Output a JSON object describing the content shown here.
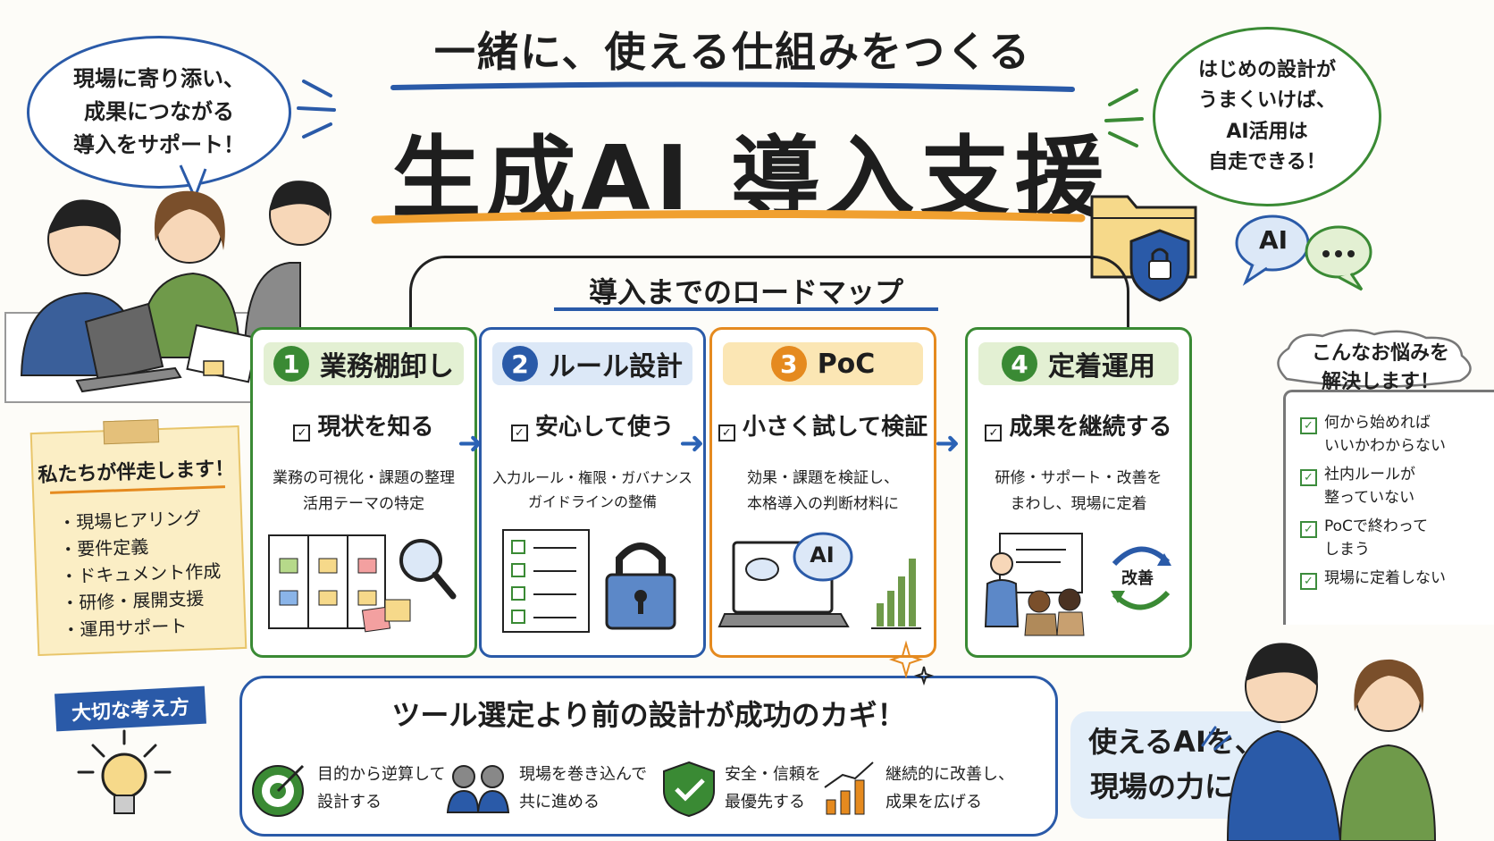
{
  "header": {
    "subtitle": "一緒に、使える仕組みをつくる",
    "title": "生成AI 導入支援"
  },
  "bubble_left": {
    "text": "現場に寄り添い、\n成果につながる\n導入をサポート！"
  },
  "bubble_right": {
    "text": "はじめの設計が\nうまくいけば、\nAI活用は\n自走できる！"
  },
  "chat_icon_text": "AI",
  "roadmap": {
    "title": "導入までのロードマップ",
    "steps": [
      {
        "num": "1",
        "label": "業務棚卸し",
        "check": "現状を知る",
        "desc": "業務の可視化・課題の整理\n活用テーマの特定",
        "color": "#3a8a34",
        "head_bg": "#e3f0d3"
      },
      {
        "num": "2",
        "label": "ルール設計",
        "check": "安心して使う",
        "desc": "入力ルール・権限・ガバナンス\nガイドラインの整備",
        "color": "#2a5aa8",
        "head_bg": "#dce8f7"
      },
      {
        "num": "3",
        "label": "PoC",
        "check": "小さく試して検証",
        "desc": "効果・課題を検証し、\n本格導入の判断材料に",
        "color": "#e58a1f",
        "head_bg": "#fbe6b4"
      },
      {
        "num": "4",
        "label": "定着運用",
        "check": "成果を継続する",
        "desc": "研修・サポート・改善を\nまわし、現場に定着",
        "color": "#3a8a34",
        "head_bg": "#e3f0d3"
      }
    ],
    "poc_screen_text": "AI",
    "cycle_text": "改善"
  },
  "concerns": {
    "title": "こんなお悩みを\n解決します！",
    "items": [
      "何から始めれば\nいいかわからない",
      "社内ルールが\n整っていない",
      "PoCで終わって\nしまう",
      "現場に定着しない"
    ]
  },
  "support": {
    "title": "私たちが伴走します！",
    "items": [
      "現場ヒアリング",
      "要件定義",
      "ドキュメント作成",
      "研修・展開支援",
      "運用サポート"
    ]
  },
  "key_idea": {
    "label": "大切な考え方",
    "title": "ツール選定より前の設計が成功のカギ！",
    "points": [
      {
        "icon": "target-icon",
        "text": "目的から逆算して\n設計する"
      },
      {
        "icon": "people-icon",
        "text": "現場を巻き込んで\n共に進める"
      },
      {
        "icon": "shield-icon",
        "text": "安全・信頼を\n最優先する"
      },
      {
        "icon": "growth-chart-icon",
        "text": "継続的に改善し、\n成果を広げる"
      }
    ]
  },
  "slogan": {
    "text": "使えるAIを、\n現場の力に！"
  },
  "colors": {
    "green": "#3a8a34",
    "blue": "#2a5aa8",
    "orange": "#e58a1f",
    "note": "#fbeec5"
  }
}
